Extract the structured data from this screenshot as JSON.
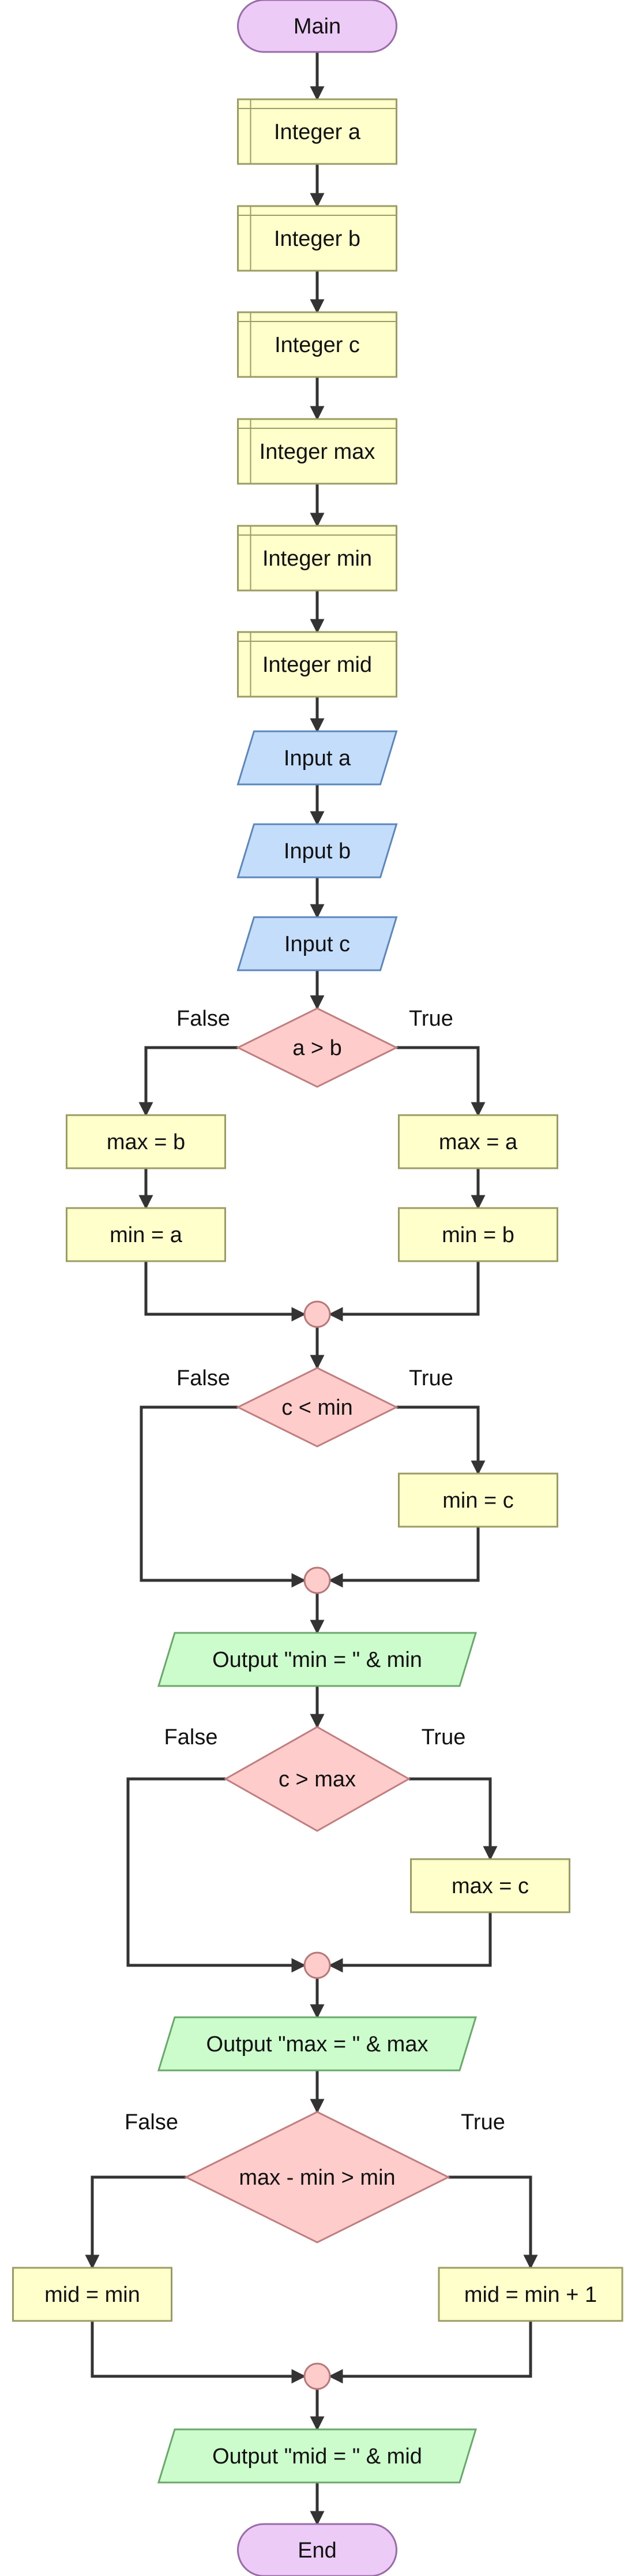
{
  "diagram": {
    "colors": {
      "terminal_fill": "#ecccf7",
      "terminal_stroke": "#9a6aa9",
      "declare_fill": "#ffffcc",
      "declare_stroke": "#9b9b64",
      "input_fill": "#c4ddfb",
      "input_stroke": "#5c87bd",
      "output_fill": "#ccfbcc",
      "output_stroke": "#68a86a",
      "decision_fill": "#ffcccc",
      "decision_stroke": "#c07e7e",
      "process_fill": "#ffffcc",
      "process_stroke": "#9b9b64",
      "connector_fill": "#ffcccc",
      "connector_stroke": "#b87878",
      "edge": "#333333"
    },
    "nodes": [
      {
        "id": "main",
        "type": "terminal",
        "label": "Main"
      },
      {
        "id": "decl_a",
        "type": "declare",
        "label": "Integer a"
      },
      {
        "id": "decl_b",
        "type": "declare",
        "label": "Integer b"
      },
      {
        "id": "decl_c",
        "type": "declare",
        "label": "Integer c"
      },
      {
        "id": "decl_max",
        "type": "declare",
        "label": "Integer max"
      },
      {
        "id": "decl_min",
        "type": "declare",
        "label": "Integer min"
      },
      {
        "id": "decl_mid",
        "type": "declare",
        "label": "Integer mid"
      },
      {
        "id": "in_a",
        "type": "input",
        "label": "Input a"
      },
      {
        "id": "in_b",
        "type": "input",
        "label": "Input b"
      },
      {
        "id": "in_c",
        "type": "input",
        "label": "Input c"
      },
      {
        "id": "dec1",
        "type": "decision",
        "label": "a > b",
        "false_label": "False",
        "true_label": "True"
      },
      {
        "id": "f1_max",
        "type": "process",
        "label": "max = b"
      },
      {
        "id": "f1_min",
        "type": "process",
        "label": "min = a"
      },
      {
        "id": "t1_max",
        "type": "process",
        "label": "max = a"
      },
      {
        "id": "t1_min",
        "type": "process",
        "label": "min = b"
      },
      {
        "id": "join1",
        "type": "connector",
        "label": ""
      },
      {
        "id": "dec2",
        "type": "decision",
        "label": "c < min",
        "false_label": "False",
        "true_label": "True"
      },
      {
        "id": "t2_min",
        "type": "process",
        "label": "min = c"
      },
      {
        "id": "join2",
        "type": "connector",
        "label": ""
      },
      {
        "id": "out_min",
        "type": "output",
        "label": "Output \"min = \" & min"
      },
      {
        "id": "dec3",
        "type": "decision",
        "label": "c > max",
        "false_label": "False",
        "true_label": "True"
      },
      {
        "id": "t3_max",
        "type": "process",
        "label": "max = c"
      },
      {
        "id": "join3",
        "type": "connector",
        "label": ""
      },
      {
        "id": "out_max",
        "type": "output",
        "label": "Output \"max = \" & max"
      },
      {
        "id": "dec4",
        "type": "decision",
        "label": "max - min > min",
        "false_label": "False",
        "true_label": "True"
      },
      {
        "id": "f4_mid",
        "type": "process",
        "label": "mid = min"
      },
      {
        "id": "t4_mid",
        "type": "process",
        "label": "mid = min + 1"
      },
      {
        "id": "join4",
        "type": "connector",
        "label": ""
      },
      {
        "id": "out_mid",
        "type": "output",
        "label": "Output \"mid = \" & mid"
      },
      {
        "id": "end",
        "type": "terminal",
        "label": "End"
      }
    ],
    "edges": [
      {
        "from": "main",
        "to": "decl_a"
      },
      {
        "from": "decl_a",
        "to": "decl_b"
      },
      {
        "from": "decl_b",
        "to": "decl_c"
      },
      {
        "from": "decl_c",
        "to": "decl_max"
      },
      {
        "from": "decl_max",
        "to": "decl_min"
      },
      {
        "from": "decl_min",
        "to": "decl_mid"
      },
      {
        "from": "decl_mid",
        "to": "in_a"
      },
      {
        "from": "in_a",
        "to": "in_b"
      },
      {
        "from": "in_b",
        "to": "in_c"
      },
      {
        "from": "in_c",
        "to": "dec1"
      },
      {
        "from": "dec1",
        "to": "f1_max",
        "branch": "False"
      },
      {
        "from": "f1_max",
        "to": "f1_min"
      },
      {
        "from": "f1_min",
        "to": "join1"
      },
      {
        "from": "dec1",
        "to": "t1_max",
        "branch": "True"
      },
      {
        "from": "t1_max",
        "to": "t1_min"
      },
      {
        "from": "t1_min",
        "to": "join1"
      },
      {
        "from": "join1",
        "to": "dec2"
      },
      {
        "from": "dec2",
        "to": "join2",
        "branch": "False"
      },
      {
        "from": "dec2",
        "to": "t2_min",
        "branch": "True"
      },
      {
        "from": "t2_min",
        "to": "join2"
      },
      {
        "from": "join2",
        "to": "out_min"
      },
      {
        "from": "out_min",
        "to": "dec3"
      },
      {
        "from": "dec3",
        "to": "join3",
        "branch": "False"
      },
      {
        "from": "dec3",
        "to": "t3_max",
        "branch": "True"
      },
      {
        "from": "t3_max",
        "to": "join3"
      },
      {
        "from": "join3",
        "to": "out_max"
      },
      {
        "from": "out_max",
        "to": "dec4"
      },
      {
        "from": "dec4",
        "to": "f4_mid",
        "branch": "False"
      },
      {
        "from": "f4_mid",
        "to": "join4"
      },
      {
        "from": "dec4",
        "to": "t4_mid",
        "branch": "True"
      },
      {
        "from": "t4_mid",
        "to": "join4"
      },
      {
        "from": "join4",
        "to": "out_mid"
      },
      {
        "from": "out_mid",
        "to": "end"
      }
    ]
  }
}
